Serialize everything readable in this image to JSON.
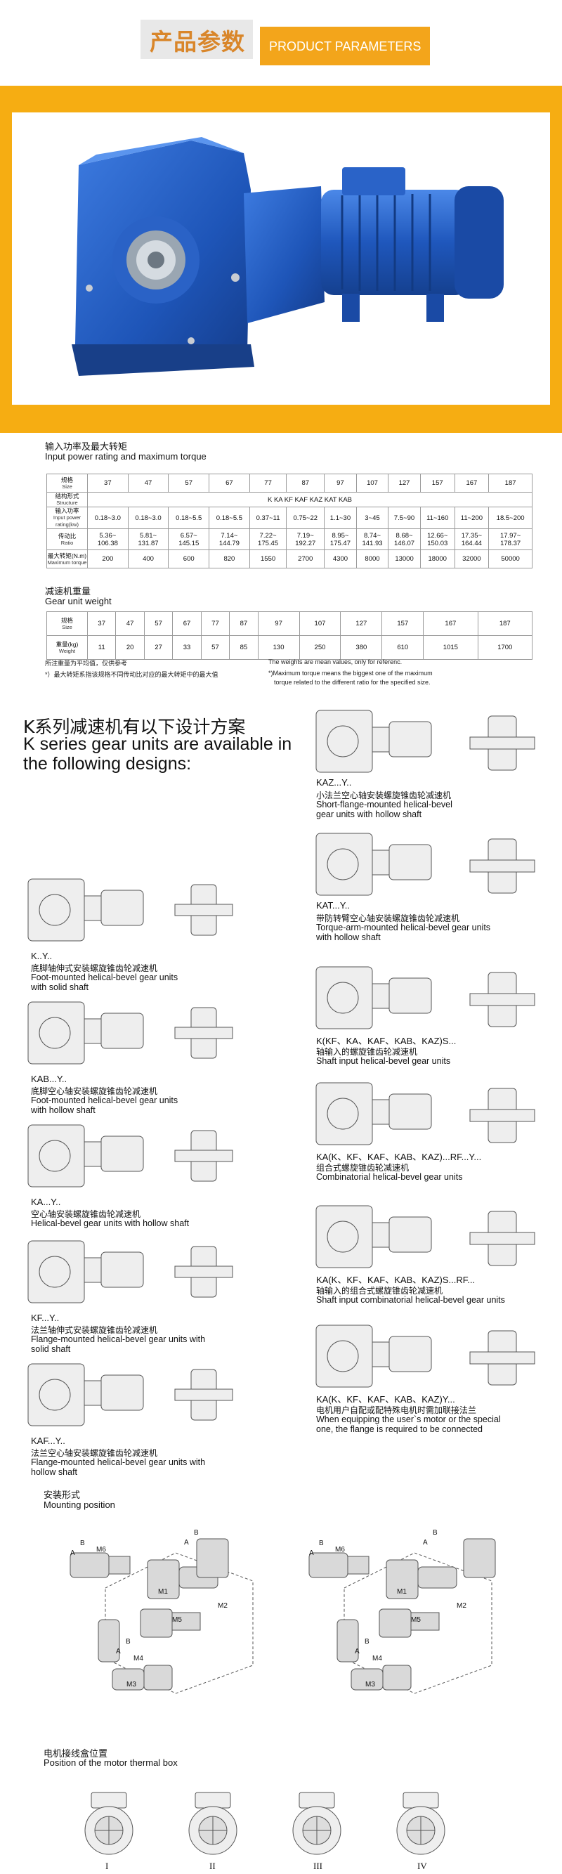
{
  "header": {
    "title_cn": "产品参数",
    "title_en": "PRODUCT PARAMETERS"
  },
  "photo": {
    "alt": "",
    "color_main": "#1f55b8",
    "color_band": "#f6ad12"
  },
  "power_section": {
    "title_cn": "输入功率及最大转矩",
    "title_en": "Input power rating and maximum torque",
    "size_row": {
      "label_cn": "规格",
      "label_en": "Size",
      "values": [
        "37",
        "47",
        "57",
        "67",
        "77",
        "87",
        "97",
        "107",
        "127",
        "157",
        "167",
        "187"
      ]
    },
    "structure_row": {
      "label_cn": "结构形式",
      "label_en": "Structure",
      "value": "K   KA   KF   KAF   KAZ   KAT   KAB"
    },
    "power_row": {
      "label_cn": "输入功率",
      "label_en": "Input power rating(kw)",
      "values": [
        "0.18~3.0",
        "0.18~3.0",
        "0.18~5.5",
        "0.18~5.5",
        "0.37~11",
        "0.75~22",
        "1.1~30",
        "3~45",
        "7.5~90",
        "11~160",
        "11~200",
        "18.5~200"
      ]
    },
    "ratio_row": {
      "label_cn": "传动比",
      "label_en": "Ratio",
      "values": [
        [
          "5.36~",
          "106.38"
        ],
        [
          "5.81~",
          "131.87"
        ],
        [
          "6.57~",
          "145.15"
        ],
        [
          "7.14~",
          "144.79"
        ],
        [
          "7.22~",
          "175.45"
        ],
        [
          "7.19~",
          "192.27"
        ],
        [
          "8.95~",
          "175.47"
        ],
        [
          "8.74~",
          "141.93"
        ],
        [
          "8.68~",
          "146.07"
        ],
        [
          "12.66~",
          "150.03"
        ],
        [
          "17.35~",
          "164.44"
        ],
        [
          "17.97~",
          "178.37"
        ]
      ]
    },
    "torque_row": {
      "label_cn": "最大转矩(N.m)",
      "label_en": "Maximum torque",
      "values": [
        "200",
        "400",
        "600",
        "820",
        "1550",
        "2700",
        "4300",
        "8000",
        "13000",
        "18000",
        "32000",
        "50000"
      ]
    }
  },
  "weight_section": {
    "title_cn": "减速机重量",
    "title_en": "Gear unit weight",
    "size_row": {
      "label_cn": "规格",
      "label_en": "Size",
      "values": [
        "37",
        "47",
        "57",
        "67",
        "77",
        "87",
        "97",
        "107",
        "127",
        "157",
        "167",
        "187"
      ]
    },
    "weight_row": {
      "label_cn": "重量(kg)",
      "label_en": "Weight",
      "values": [
        "11",
        "20",
        "27",
        "33",
        "57",
        "85",
        "130",
        "250",
        "380",
        "610",
        "1015",
        "1700"
      ]
    },
    "note_cn_1": "所注重量为平均值，仅供参考",
    "note_cn_2": "*）最大转矩系指该规格不同传动比对应的最大转矩中的最大值",
    "note_en_1": "The weights are mean values, only for referenc.",
    "note_en_2": "*)Maximum torque means the biggest one of the maximum",
    "note_en_3": "torque related to the different ratio for the specified size."
  },
  "designs": {
    "title_cn": "K系列减速机有以下设计方案",
    "title_en_1": "K series gear units are available in",
    "title_en_2": "the following designs:",
    "left": [
      {
        "code": "K..Y..",
        "cn": "底脚轴伸式安装螺旋锥齿轮减速机",
        "en1": "Foot-mounted helical-bevel gear units",
        "en2": "with solid shaft"
      },
      {
        "code": "KAB...Y..",
        "cn": "底脚空心轴安装螺旋锥齿轮减速机",
        "en1": "Foot-mounted helical-bevel gear units",
        "en2": "with hollow shaft"
      },
      {
        "code": "KA...Y..",
        "cn": "空心轴安装螺旋锥齿轮减速机",
        "en1": "Helical-bevel gear units with hollow shaft",
        "en2": ""
      },
      {
        "code": "KF...Y..",
        "cn": "法兰轴伸式安装螺旋锥齿轮减速机",
        "en1": "Flange-mounted helical-bevel gear units with",
        "en2": "solid shaft"
      },
      {
        "code": "KAF...Y..",
        "cn": "法兰空心轴安装螺旋锥齿轮减速机",
        "en1": "Flange-mounted helical-bevel gear units with",
        "en2": "hollow shaft"
      }
    ],
    "right": [
      {
        "code": "KAZ...Y..",
        "cn": "小法兰空心轴安装螺旋锥齿轮减速机",
        "en1": "Short-flange-mounted helical-bevel",
        "en2": "gear units with hollow shaft"
      },
      {
        "code": "KAT...Y..",
        "cn": "带防转臂空心轴安装螺旋锥齿轮减速机",
        "en1": "Torque-arm-mounted helical-bevel gear units",
        "en2": "with hollow shaft"
      },
      {
        "code": "K(KF、KA、KAF、KAB、KAZ)S...",
        "cn": "轴输入的螺旋锥齿轮减速机",
        "en1": "Shaft input helical-bevel gear units",
        "en2": ""
      },
      {
        "code": "KA(K、KF、KAF、KAB、KAZ)...RF...Y...",
        "cn": "组合式螺旋锥齿轮减速机",
        "en1": "Combinatorial helical-bevel gear units",
        "en2": ""
      },
      {
        "code": "KA(K、KF、KAF、KAB、KAZ)S...RF...",
        "cn": "轴输入的组合式螺旋锥齿轮减速机",
        "en1": "Shaft input combinatorial helical-bevel gear units",
        "en2": ""
      },
      {
        "code": "KA(K、KF、KAF、KAB、KAZ)Y...",
        "cn": "电机用户自配或配特殊电机时需加联接法兰",
        "en1": "When equipping the user`s motor or the special",
        "en2": "one, the flange is required to be connected"
      }
    ]
  },
  "mounting": {
    "title_cn": "安装形式",
    "title_en": "Mounting position",
    "labels": [
      "M6",
      "M1",
      "M2",
      "M5",
      "M4",
      "M3",
      "A",
      "B"
    ]
  },
  "thermal": {
    "title_cn": "电机接线盒位置",
    "title_en": "Position of the motor thermal box",
    "positions": [
      "I",
      "II",
      "III",
      "IV"
    ]
  }
}
